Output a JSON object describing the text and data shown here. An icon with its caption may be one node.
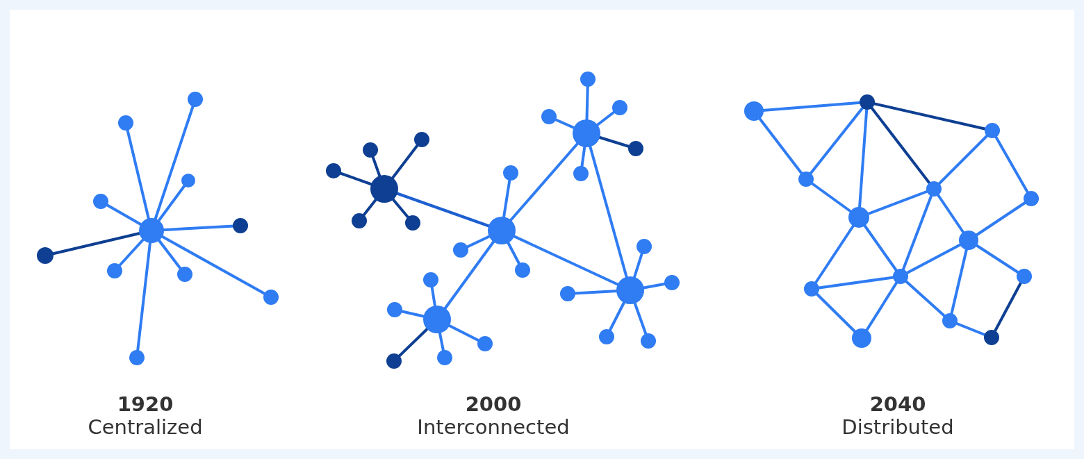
{
  "diagram": {
    "labels": [
      "1920",
      "Centralized",
      "2000",
      "Interconnected",
      "2040",
      "Distributed"
    ]
  }
}
